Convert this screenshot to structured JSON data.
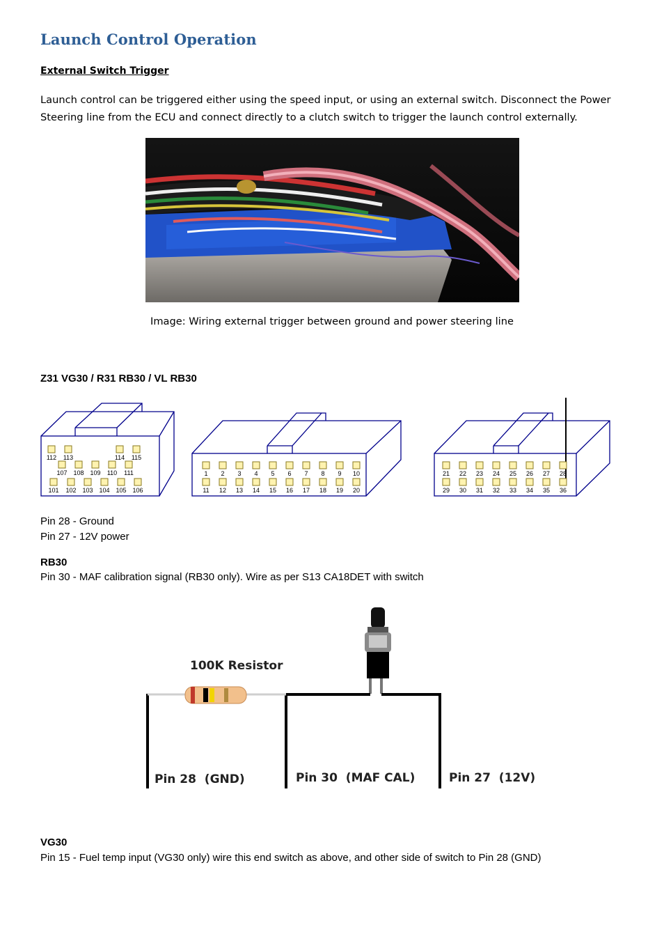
{
  "title": "Launch Control Operation",
  "subheading": "External Switch Trigger",
  "intro": "Launch control can be triggered either using the speed input, or using an external switch. Disconnect the Power Steering line from the ECU and connect directly to a clutch switch to trigger the launch control externally.",
  "caption": "Image: Wiring external trigger between ground and power steering line",
  "model_heading": "Z31 VG30 / R31 RB30 / VL RB30",
  "connectors": {
    "left": {
      "top_labels": [
        "112",
        "113",
        "114",
        "115"
      ],
      "mid_labels": [
        "107",
        "108",
        "109",
        "110",
        "111"
      ],
      "bot_labels": [
        "101",
        "102",
        "103",
        "104",
        "105",
        "106"
      ]
    },
    "middle": {
      "top_labels": [
        "1",
        "2",
        "3",
        "4",
        "5",
        "6",
        "7",
        "8",
        "9",
        "10"
      ],
      "bot_labels": [
        "11",
        "12",
        "13",
        "14",
        "15",
        "16",
        "17",
        "18",
        "19",
        "20"
      ]
    },
    "right": {
      "top_labels": [
        "21",
        "22",
        "23",
        "24",
        "25",
        "26",
        "27",
        "28"
      ],
      "bot_labels": [
        "29",
        "30",
        "31",
        "32",
        "33",
        "34",
        "35",
        "36"
      ]
    }
  },
  "pins": [
    "Pin 28 - Ground",
    "Pin 27 - 12V power"
  ],
  "rb30": {
    "heading": "RB30",
    "text": "Pin 30 - MAF calibration signal (RB30 only). Wire as per S13 CA18DET with switch"
  },
  "wiring": {
    "resistor_label": "100K Resistor",
    "pin_left": "Pin 28  (GND)",
    "pin_mid": "Pin 30  (MAF CAL)",
    "pin_right": "Pin 27  (12V)"
  },
  "vg30": {
    "heading": "VG30",
    "text": "Pin 15 - Fuel temp input (VG30 only) wire this end switch as above, and other side of switch to Pin 28 (GND)"
  },
  "colors": {
    "title": "#2e5e95",
    "connector_outline": "#00008b",
    "pin_fill": "#fff3b0",
    "pin_stroke": "#8a7a20"
  }
}
